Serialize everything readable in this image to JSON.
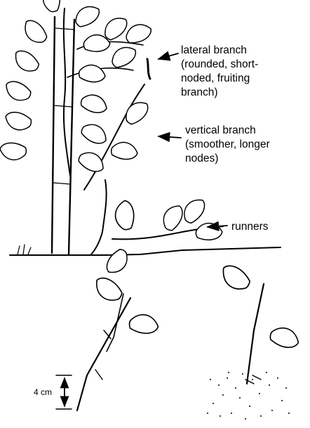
{
  "labels": {
    "lateral": [
      "lateral branch",
      "(rounded, short-",
      "noded, fruiting",
      "branch)"
    ],
    "vertical": [
      "vertical branch",
      "(smoother, longer",
      "nodes)"
    ],
    "runners": "runners",
    "scale": "4 cm"
  },
  "colors": {
    "ink": "#000000",
    "paper": "#ffffff"
  }
}
